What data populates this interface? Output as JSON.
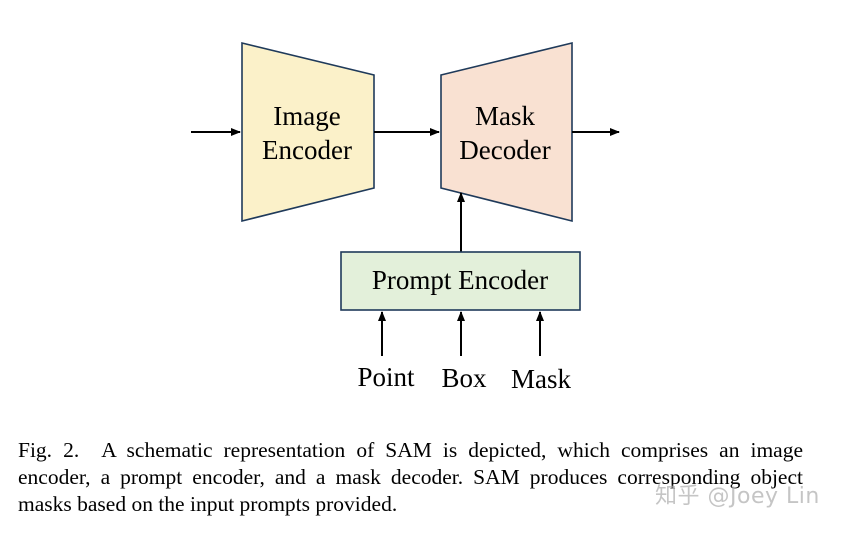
{
  "diagram": {
    "image_encoder": {
      "line1": "Image",
      "line2": "Encoder",
      "fill": "#fbf1c9"
    },
    "mask_decoder": {
      "line1": "Mask",
      "line2": "Decoder",
      "fill": "#f9e1d2"
    },
    "prompt_encoder": {
      "label": "Prompt Encoder",
      "fill": "#e3f0da"
    },
    "inputs": {
      "point": "Point",
      "box": "Box",
      "mask": "Mask"
    },
    "stroke_color": "#1f3a5a"
  },
  "caption": {
    "fig_label": "Fig. 2.",
    "text": "A schematic representation of SAM is depicted, which comprises an image encoder, a prompt encoder, and a mask decoder. SAM produces corresponding object masks based on the input prompts provided."
  },
  "watermark": "知乎 @Joey Lin"
}
